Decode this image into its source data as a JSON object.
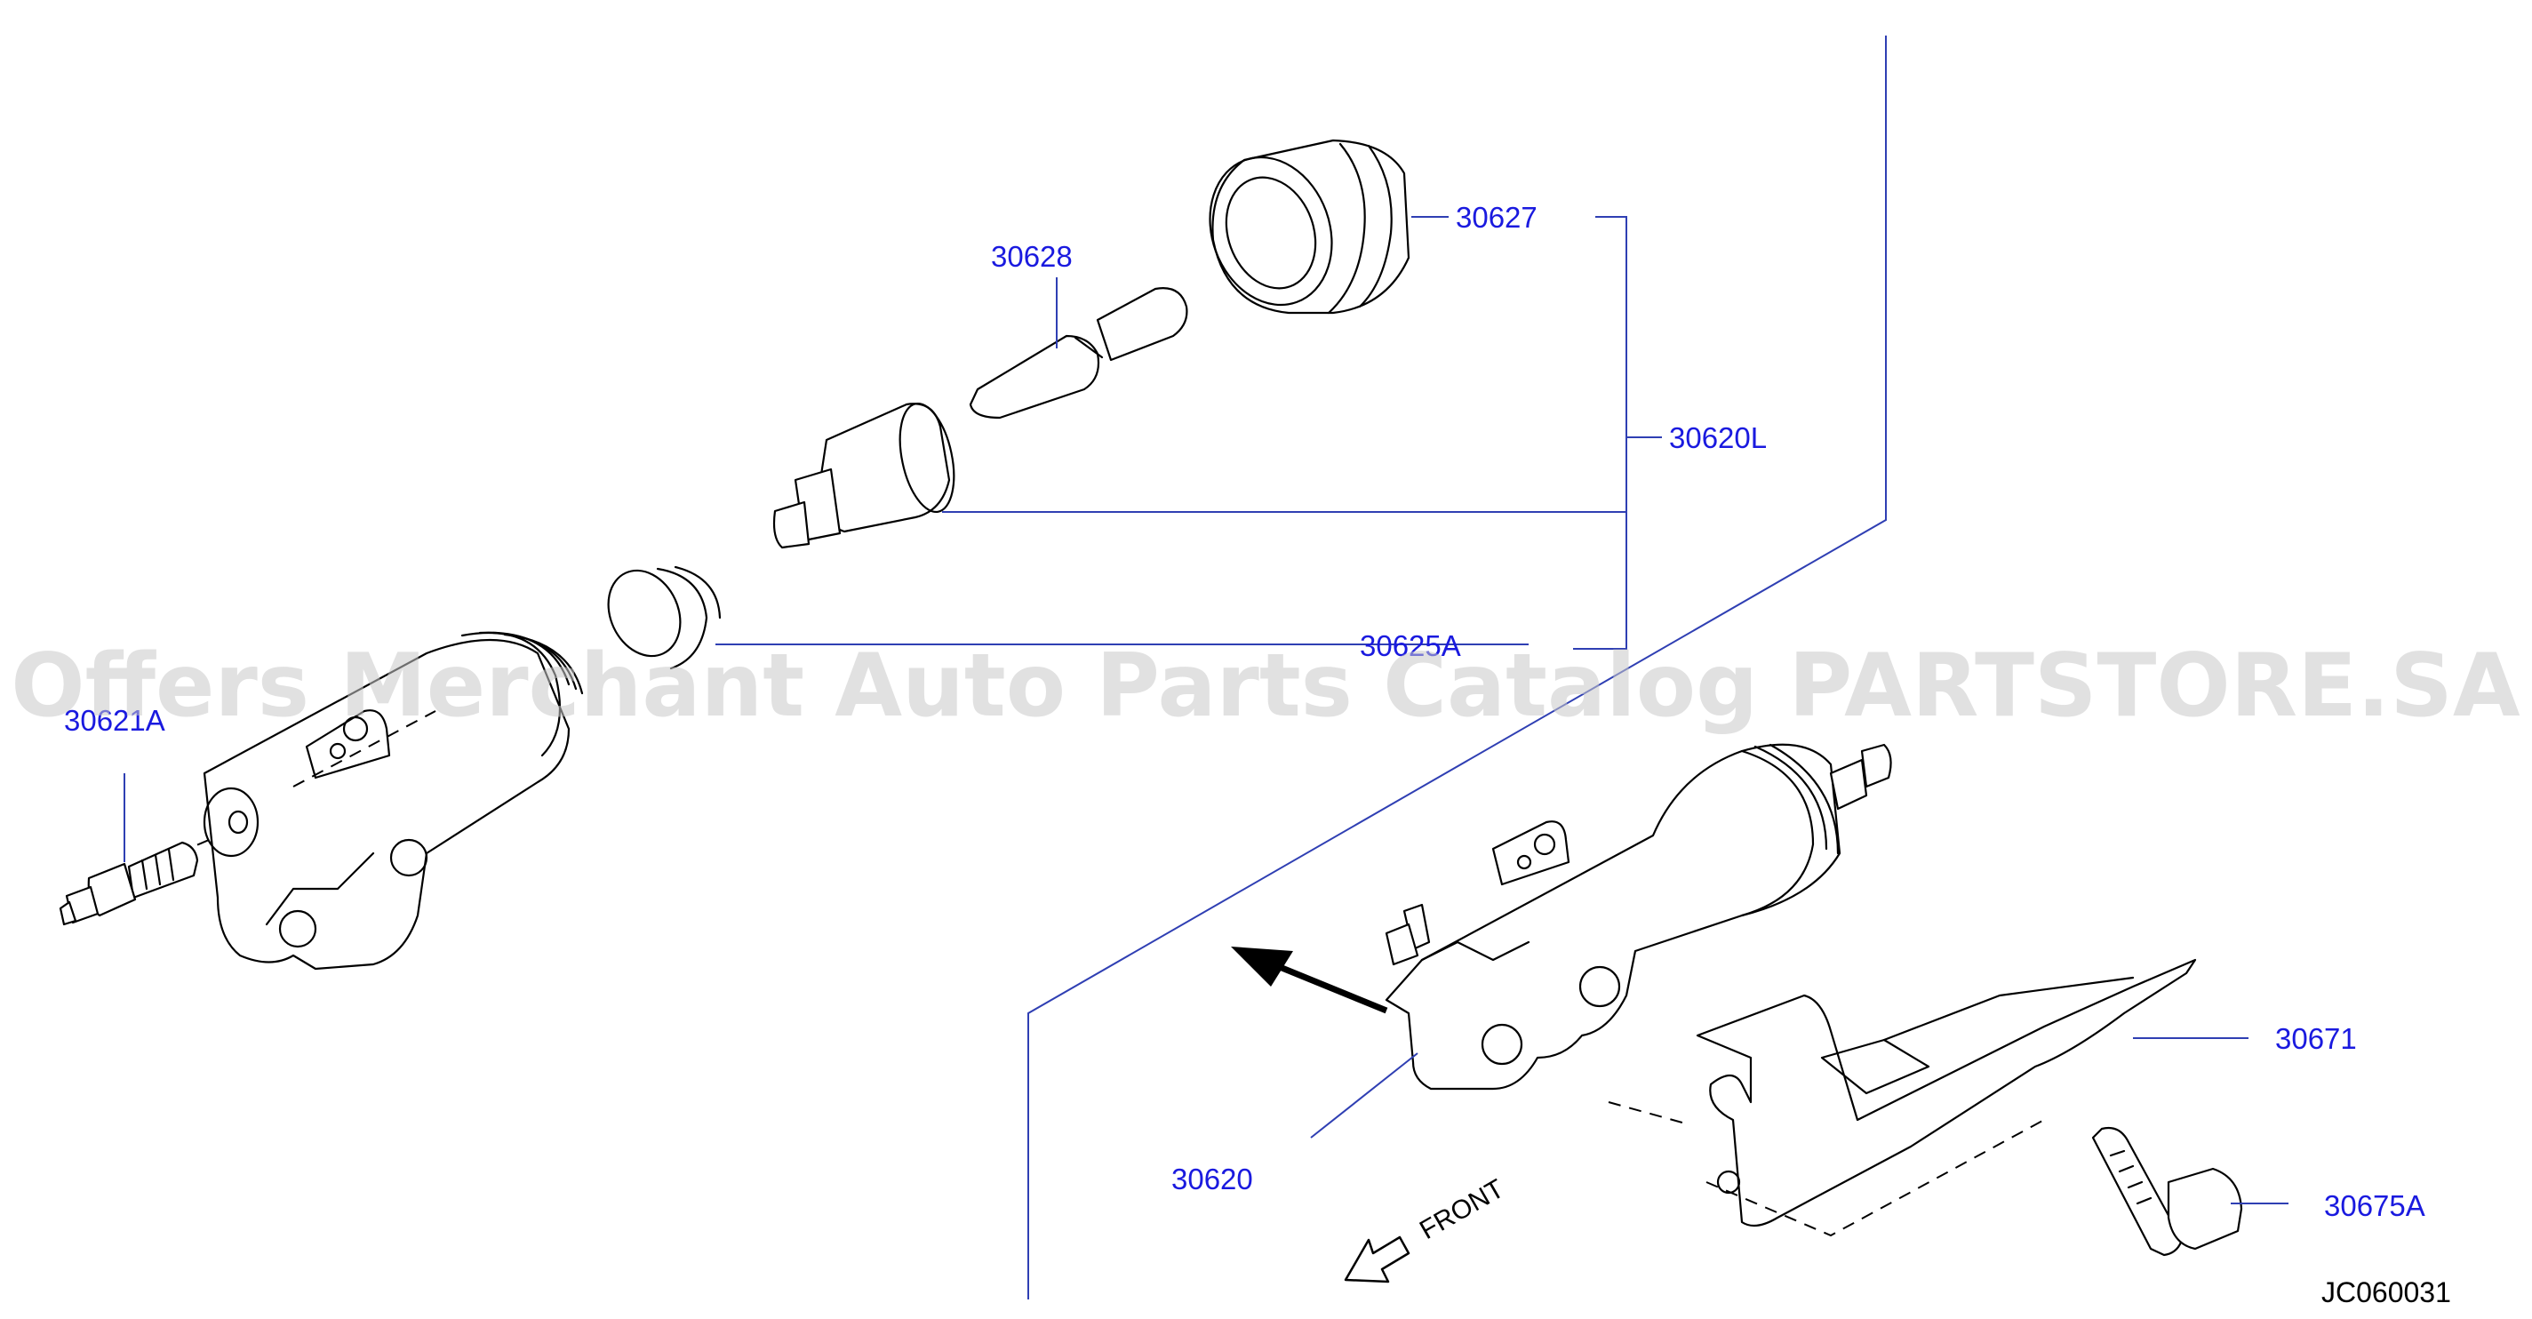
{
  "labels": {
    "p30627": "30627",
    "p30628": "30628",
    "p30620L": "30620L",
    "p30625A": "30625A",
    "p30621A": "30621A",
    "p30671": "30671",
    "p30620": "30620",
    "p30675A": "30675A"
  },
  "front_label": "FRONT",
  "diagram_code": "JC060031",
  "watermark": "Offers Merchant Auto Parts Catalog PARTSTORE.SA",
  "colors": {
    "label": "#1a1adf",
    "leader": "#2f3fb3",
    "watermark": "#c8c8c8"
  }
}
